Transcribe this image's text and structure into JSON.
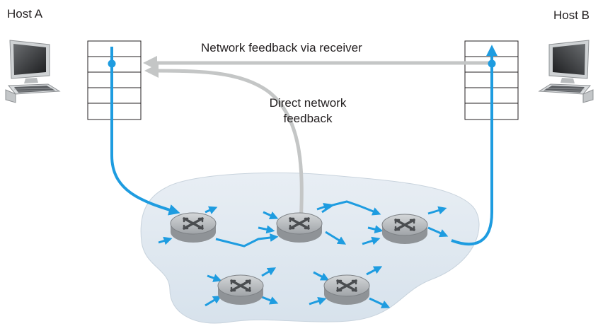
{
  "diagram": {
    "labels": {
      "host_a": "Host A",
      "host_b": "Host B",
      "feedback_via_receiver": "Network feedback via receiver",
      "direct_feedback": "Direct network feedback"
    },
    "icons": {
      "host_a": "desktop-computer-icon",
      "host_b": "desktop-computer-icon",
      "router": "router-icon"
    },
    "colors": {
      "data_path": "#1e9ce0",
      "feedback_path": "#c4c6c6",
      "network_cloud": "#dfe8f0",
      "router_body": "#a9adb0",
      "text": "#231f20"
    }
  }
}
